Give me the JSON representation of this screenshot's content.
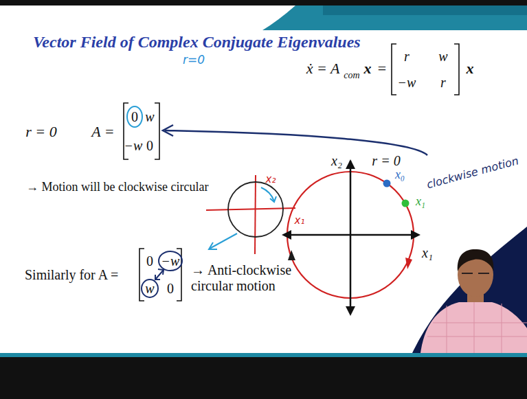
{
  "diagram": {
    "title": "Vector Field of Complex Conjugate Eigenvalues",
    "labels": [
      "r=0",
      "r = 0",
      "A =",
      "0",
      "w",
      "−w",
      "0",
      "ẋ = A",
      "com",
      "x",
      "=",
      "r",
      "w",
      "−w",
      "r",
      "x",
      "→ Motion will be clockwise circular",
      "x₂",
      "x₁",
      "Similarly for A =",
      "0",
      "−w",
      "w",
      "0",
      "→ Anti-clockwise circular motion",
      "x₂",
      "r = 0",
      "x₀",
      "x₁",
      "x₁",
      "clockwise motion"
    ]
  }
}
